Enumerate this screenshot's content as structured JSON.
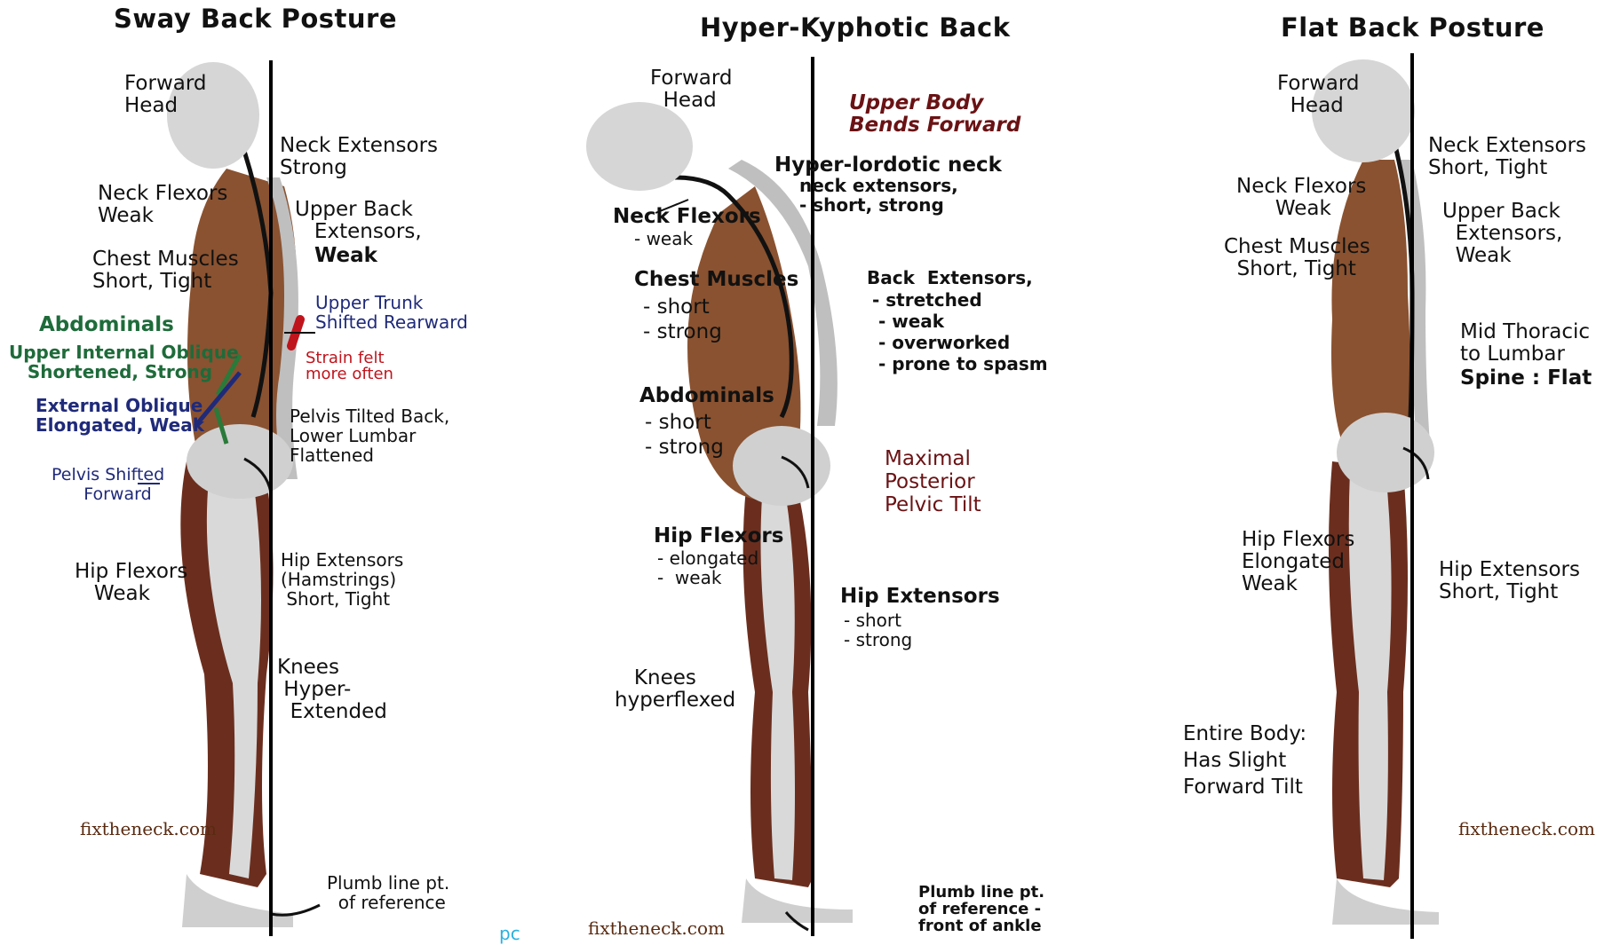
{
  "panels": [
    {
      "title": "Sway Back Posture",
      "labels": {
        "forward_head": "Forward\nHead",
        "neck_extensors": "Neck Extensors\nStrong",
        "neck_flexors": "Neck Flexors\nWeak",
        "upper_back_ext": "Upper Back\n   Extensors,",
        "upper_back_weak": "Weak",
        "chest_muscles": "Chest Muscles\nShort, Tight",
        "abdominals": "Abdominals",
        "upper_trunk": "Upper Trunk\nShifted Rearward",
        "upper_internal_oblique": "Upper Internal Oblique\n   Shortened, Strong",
        "strain": "Strain felt\nmore often",
        "external_oblique": "External Oblique\nElongated, Weak",
        "pelvis_tilted": "Pelvis Tilted Back,\nLower Lumbar\nFlattened",
        "pelvis_shifted": "Pelvis Shifted\n      Forward",
        "hip_flexors": "Hip Flexors\n   Weak",
        "hip_extensors": "Hip Extensors\n(Hamstrings)\n Short, Tight",
        "knees": "Knees\n Hyper-\n  Extended",
        "credit": "fixtheneck.com",
        "plumb": "Plumb line pt.\n  of reference",
        "stray_mark": "pc"
      }
    },
    {
      "title": "Hyper-Kyphotic Back",
      "labels": {
        "forward_head": "Forward\n  Head",
        "upper_body": "Upper Body\nBends Forward",
        "hyper_lordotic": "Hyper-lordotic neck",
        "neck_ext_detail": "neck extensors,\n- short, strong",
        "neck_flexors": "Neck Flexors",
        "neck_flexors_detail": "- weak",
        "chest_muscles": "Chest Muscles",
        "chest_detail": "- short\n- strong",
        "back_extensors": "Back  Extensors,",
        "back_detail": "- stretched\n - weak\n - overworked\n - prone to spasm",
        "abdominals": "Abdominals",
        "abdominals_detail": "- short\n- strong",
        "maximal_tilt": "Maximal\nPosterior\nPelvic Tilt",
        "hip_flexors": "Hip Flexors",
        "hip_flexors_detail": "- elongated\n-  weak",
        "hip_extensors": "Hip Extensors",
        "hip_extensors_detail": "- short\n- strong",
        "knees": "   Knees\nhyperflexed",
        "plumb": "Plumb line pt.\nof reference -\nfront of ankle",
        "credit": "fixtheneck.com"
      }
    },
    {
      "title": "Flat Back Posture",
      "labels": {
        "forward_head": "Forward\n  Head",
        "neck_extensors": "Neck Extensors\nShort, Tight",
        "neck_flexors": "Neck Flexors\n      Weak",
        "upper_back": "Upper Back\n  Extensors,\n  Weak",
        "chest_muscles": "Chest Muscles\n  Short, Tight",
        "mid_thoracic": "Mid Thoracic\nto Lumbar",
        "spine_flat": "Spine : Flat",
        "hip_flexors": "Hip Flexors\nElongated\nWeak",
        "hip_extensors": "Hip Extensors\nShort, Tight",
        "entire_body": "Entire Body:\nHas Slight\nForward Tilt",
        "credit": "fixtheneck.com"
      }
    }
  ]
}
